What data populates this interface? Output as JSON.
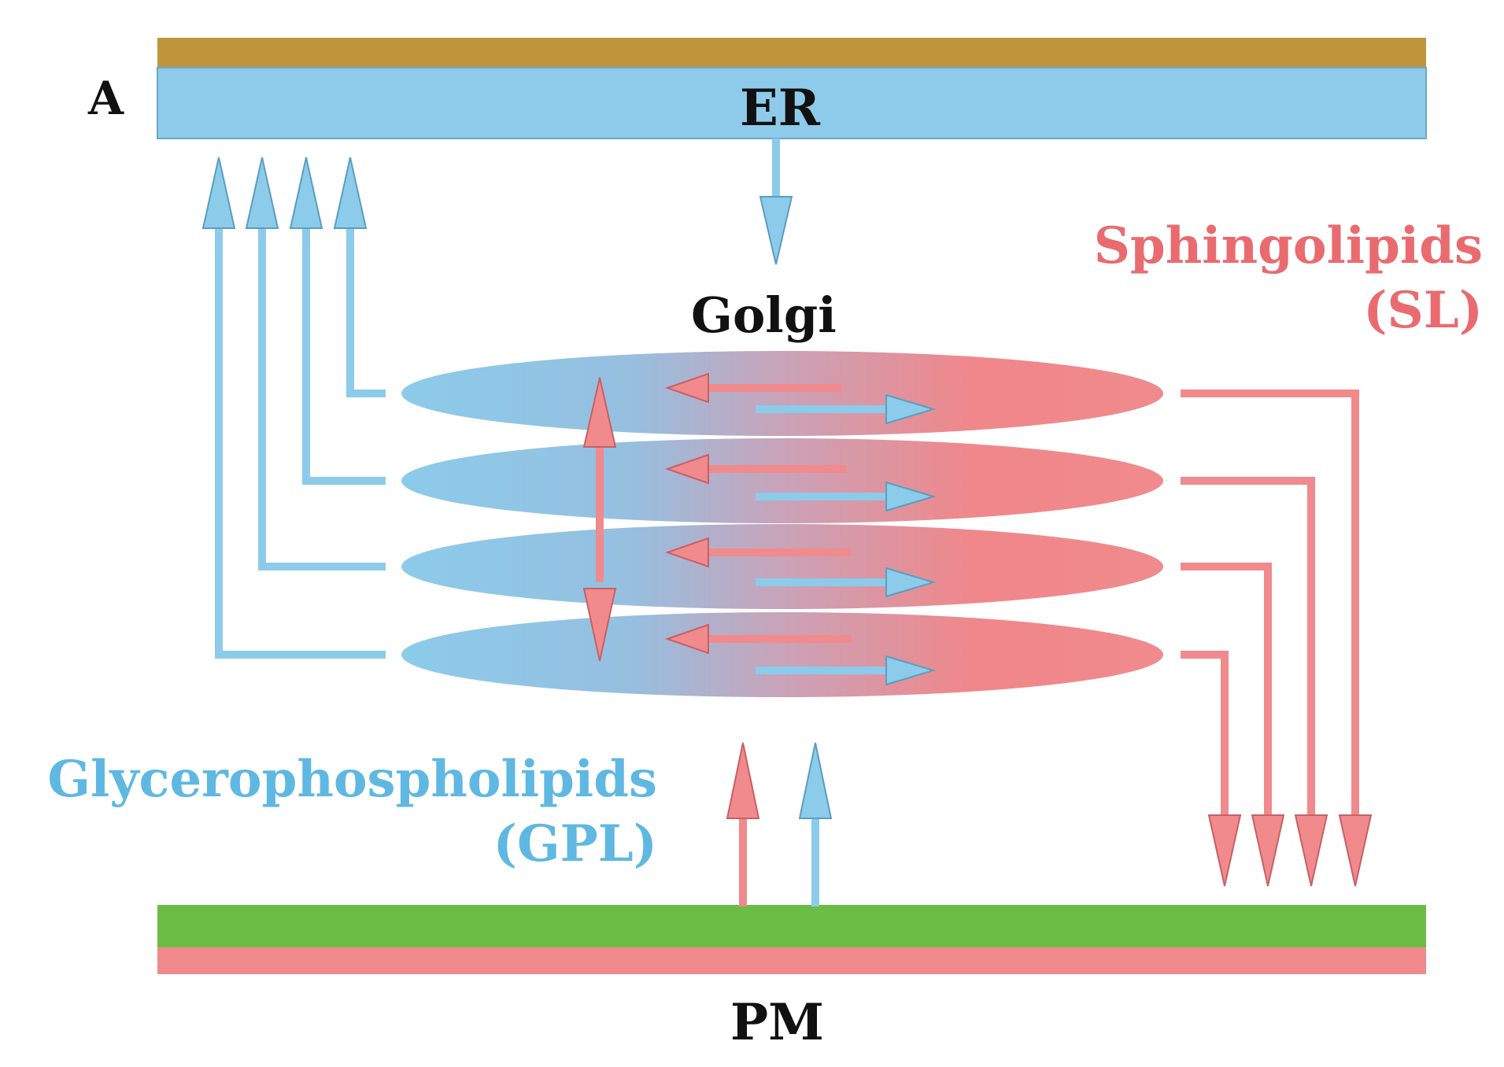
{
  "panel_label": "A",
  "compartments": {
    "er": "ER",
    "golgi": "Golgi",
    "pm": "PM"
  },
  "lipid_classes": {
    "sphingolipids": {
      "name": "Sphingolipids",
      "abbr": "(SL)",
      "color": "#f08a8d"
    },
    "glycerophospholipids": {
      "name": "Glycerophospholipids",
      "abbr": "(GPL)",
      "color": "#8ccbea"
    }
  },
  "colors": {
    "er_top_band": "#c0963a",
    "er_body": "#8ecbea",
    "pm_top_band": "#6cbd45",
    "pm_bottom_band": "#f08a8d",
    "blue_arrow": "#8ccbea",
    "red_arrow": "#f08a8d",
    "label_text": "#111111"
  }
}
